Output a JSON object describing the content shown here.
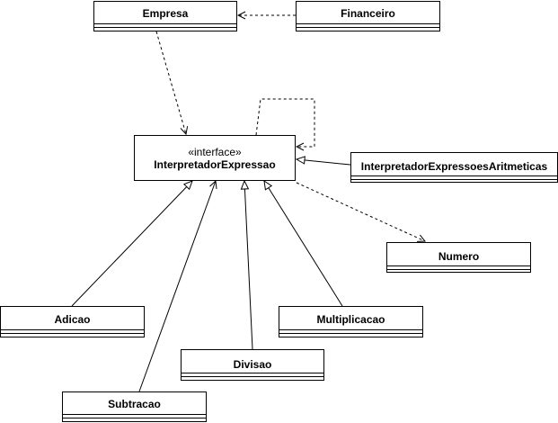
{
  "diagram": {
    "classes": {
      "empresa": "Empresa",
      "financeiro": "Financeiro",
      "interface_stereotype": "«interface»",
      "interpretador": "InterpretadorExpressao",
      "interpretador_aritmeticas": "InterpretadorExpressoesAritmeticas",
      "numero": "Numero",
      "adicao": "Adicao",
      "multiplicacao": "Multiplicacao",
      "divisao": "Divisao",
      "subtracao": "Subtracao"
    },
    "relationships": [
      {
        "from": "financeiro",
        "to": "empresa",
        "type": "dependency"
      },
      {
        "from": "empresa",
        "to": "interpretador",
        "type": "dependency"
      },
      {
        "from": "interpretador",
        "to": "interpretador",
        "type": "dependency"
      },
      {
        "from": "interpretador_aritmeticas",
        "to": "interpretador",
        "type": "realization"
      },
      {
        "from": "interpretador",
        "to": "numero",
        "type": "dependency"
      },
      {
        "from": "adicao",
        "to": "interpretador",
        "type": "realization"
      },
      {
        "from": "subtracao",
        "to": "interpretador",
        "type": "realization"
      },
      {
        "from": "divisao",
        "to": "interpretador",
        "type": "realization"
      },
      {
        "from": "multiplicacao",
        "to": "interpretador",
        "type": "realization"
      }
    ],
    "colors": {
      "stroke": "#000000",
      "fill": "#ffffff"
    }
  }
}
